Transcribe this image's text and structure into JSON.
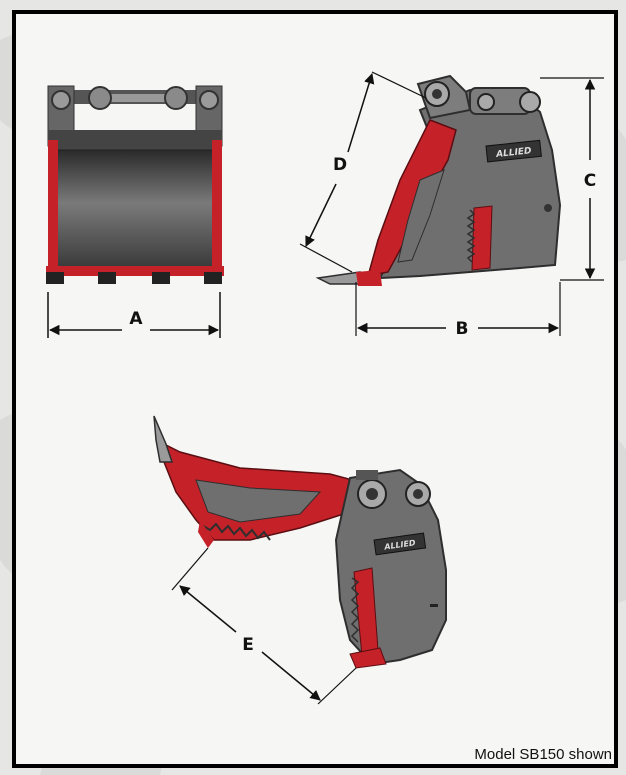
{
  "dimensions": {
    "a": "A",
    "b": "B",
    "c": "C",
    "d": "D",
    "e": "E"
  },
  "logo_text": "ALLIED",
  "caption": "Model SB150 shown",
  "colors": {
    "bucket_red": "#c42128",
    "steel_gray": "#6f6f70",
    "dark_steel": "#3f3f40",
    "frame": "#000000",
    "background": "#f6f6f4"
  }
}
